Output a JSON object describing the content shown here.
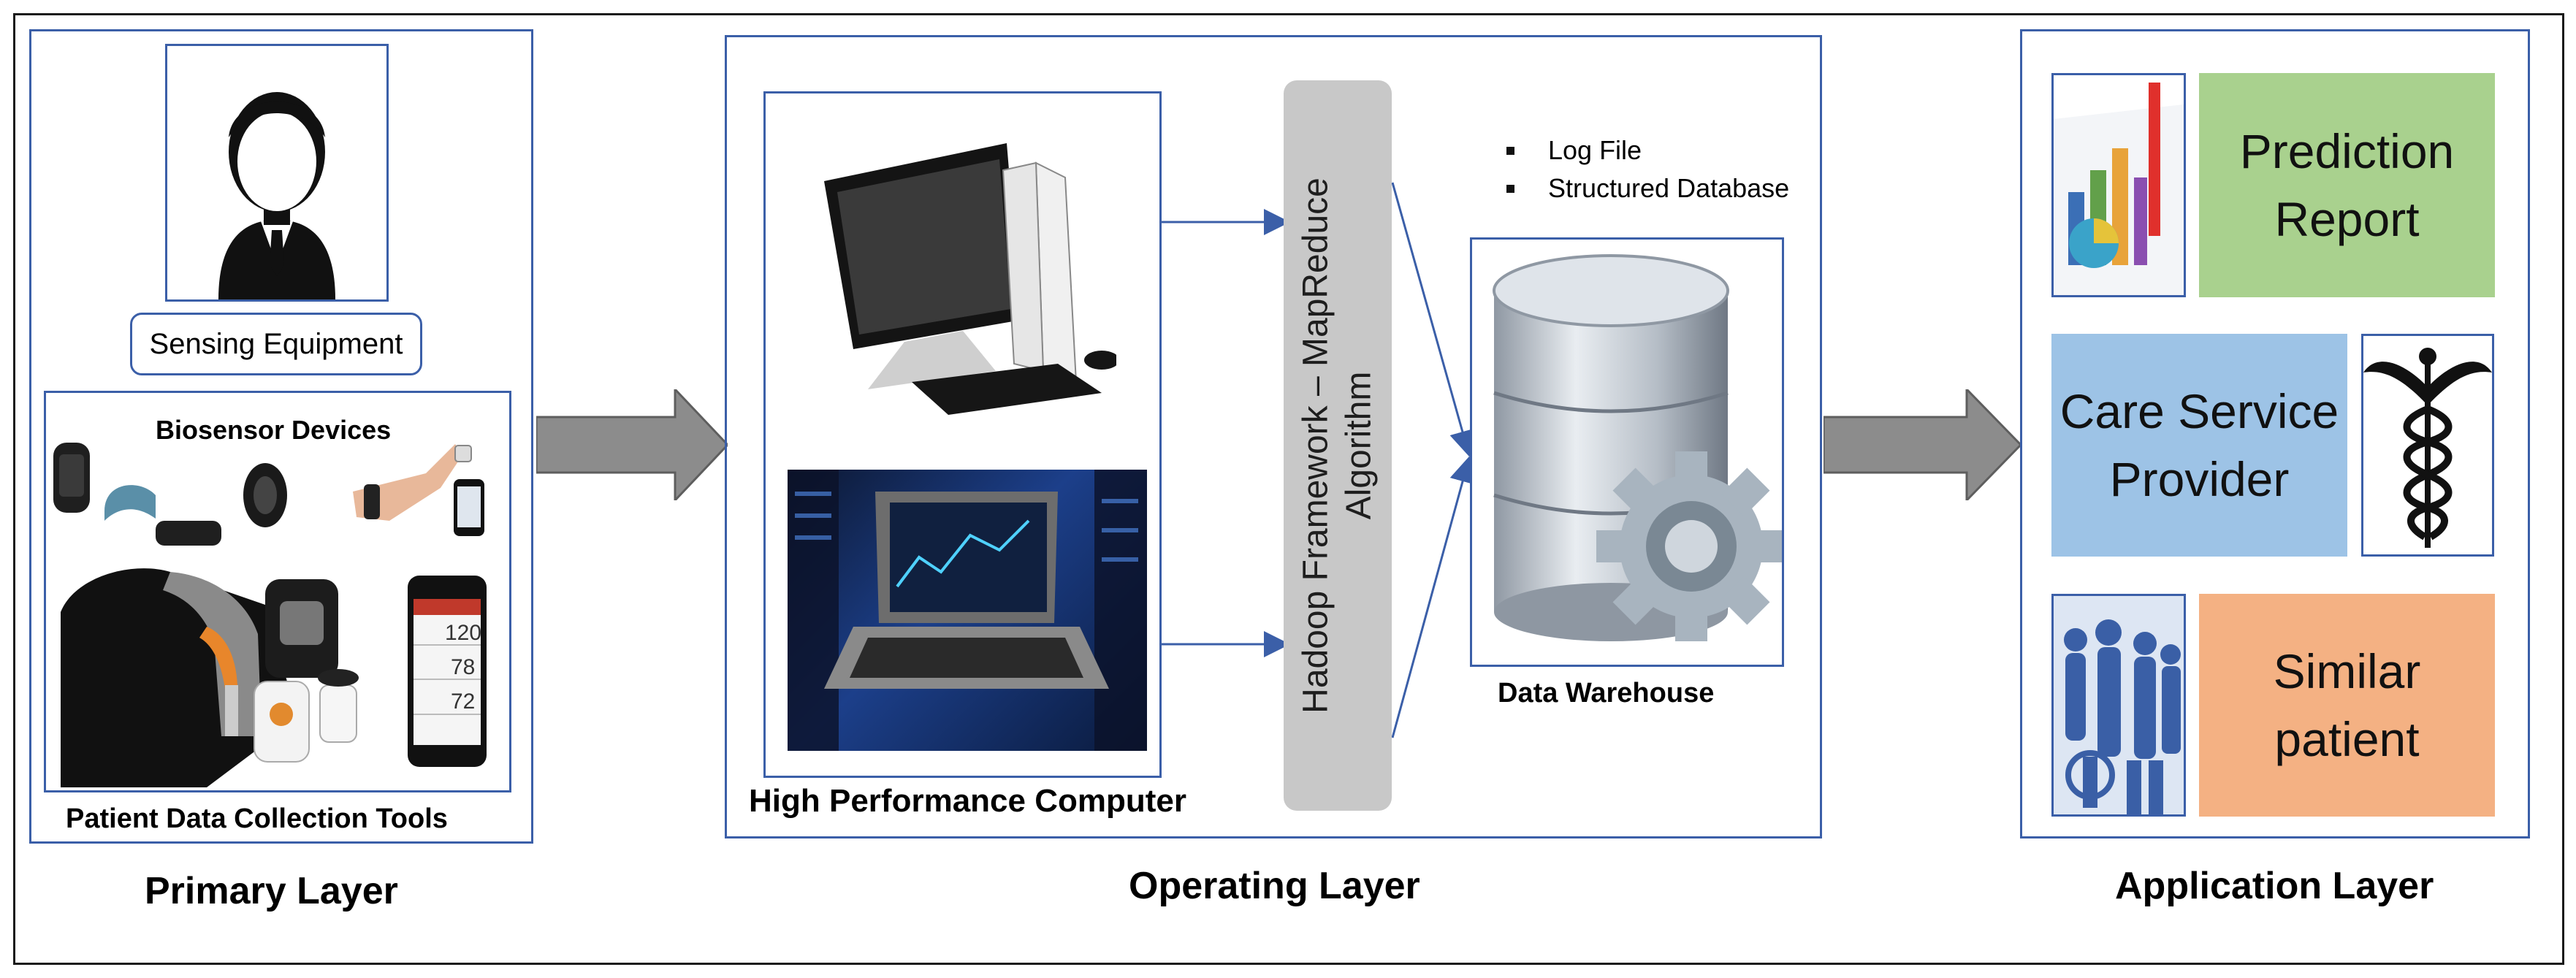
{
  "primary_layer": {
    "title": "Primary Layer",
    "sensing_equipment": "Sensing Equipment",
    "biosensor_devices": "Biosensor Devices",
    "collection_tools": "Patient Data Collection Tools",
    "readings": [
      "120",
      "78",
      "72"
    ]
  },
  "operating_layer": {
    "title": "Operating Layer",
    "hpc_label": "High Performance Computer",
    "hadoop_line1": "Hadoop Framework – MapReduce",
    "hadoop_line2": "Algorithm",
    "data_items": [
      "Log File",
      "Structured Database"
    ],
    "data_warehouse": "Data Warehouse"
  },
  "application_layer": {
    "title": "Application Layer",
    "prediction_line1": "Prediction",
    "prediction_line2": "Report",
    "care_line1": "Care Service",
    "care_line2": "Provider",
    "similar_patient": "Similar patient"
  },
  "colors": {
    "frame_border": "#3b5fa8",
    "arrow": "#8c8c8c",
    "hadoop_bar": "#c8c8c8",
    "prediction_tile": "#a9d18e",
    "care_tile": "#9dc3e6",
    "similar_tile": "#f4b183"
  }
}
